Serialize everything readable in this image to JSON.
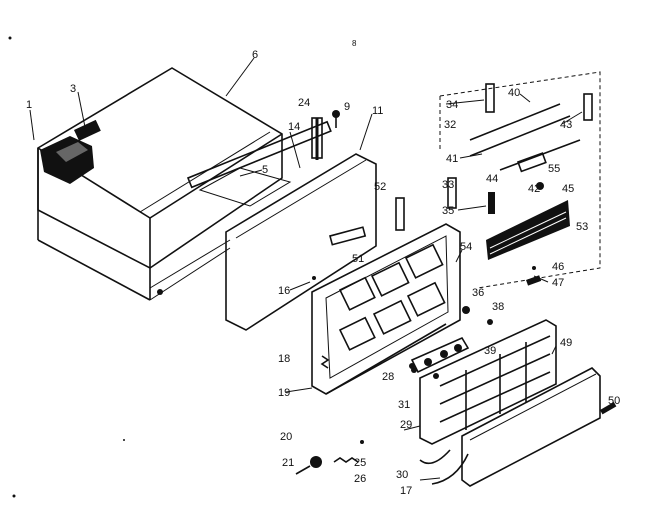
{
  "diagram": {
    "labels": [
      "1",
      "3",
      "6",
      "24",
      "9",
      "11",
      "14",
      "5",
      "34",
      "40",
      "32",
      "43",
      "41",
      "55",
      "42",
      "45",
      "44",
      "33",
      "35",
      "53",
      "52",
      "51",
      "54",
      "16",
      "46",
      "47",
      "36",
      "38",
      "39",
      "49",
      "18",
      "28",
      "19",
      "31",
      "29",
      "50",
      "20",
      "21",
      "25",
      "26",
      "30",
      "17",
      "8"
    ],
    "colors": {
      "ink": "#111111",
      "paper": "#ffffff",
      "tone": "#444444"
    }
  }
}
